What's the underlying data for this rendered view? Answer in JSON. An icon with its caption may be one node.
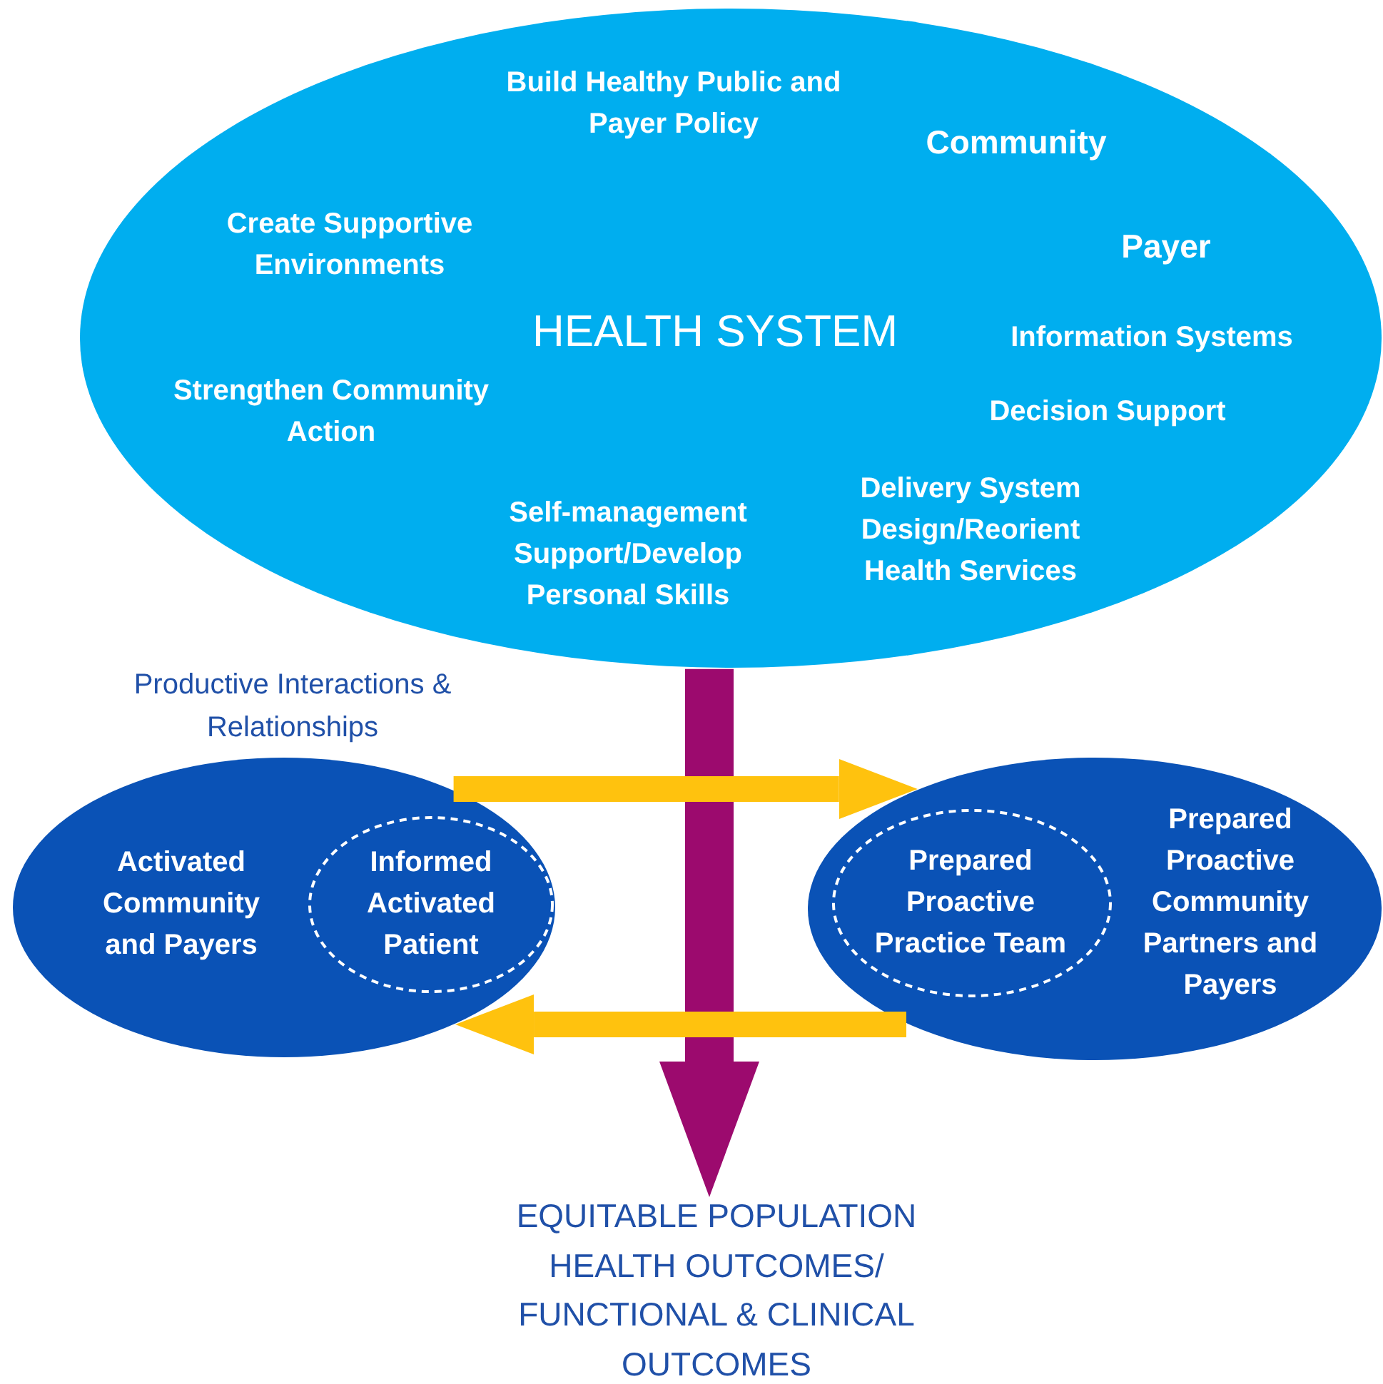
{
  "diagram": {
    "nodes": [
      {
        "text": [
          "Build Healthy Public and Payer Policy",
          "Community",
          "Create Supportive Environments",
          "Payer",
          "HEALTH SYSTEM",
          "Information Systems",
          "Strengthen Community Action",
          "Decision Support",
          "Delivery System Design/Reorient Health Services",
          "Self-management Support/Develop Personal Skills"
        ]
      },
      {
        "text": [
          "Activated Community and Payers"
        ]
      },
      {
        "text": [
          "Informed Activated Patient"
        ],
        "in": 1
      },
      {
        "text": [
          "Prepared Proactive Community Partners and Payers"
        ]
      },
      {
        "text": [
          "Prepared Proactive Practice Team"
        ],
        "in": 3
      },
      {
        "text": [
          "EQUITABLE POPULATION HEALTH OUTCOMES/ FUNCTIONAL & CLINICAL OUTCOMES"
        ]
      }
    ],
    "edges": [
      {
        "from": 0,
        "to": 5,
        "arrow": "to",
        "style": "thick",
        "color": "#9c0a6e"
      },
      {
        "from": 1,
        "to": 3,
        "arrow": "to"
      },
      {
        "from": 3,
        "to": 1,
        "arrow": "to"
      }
    ],
    "labels": [
      "Productive Interactions & Relationships"
    ]
  }
}
